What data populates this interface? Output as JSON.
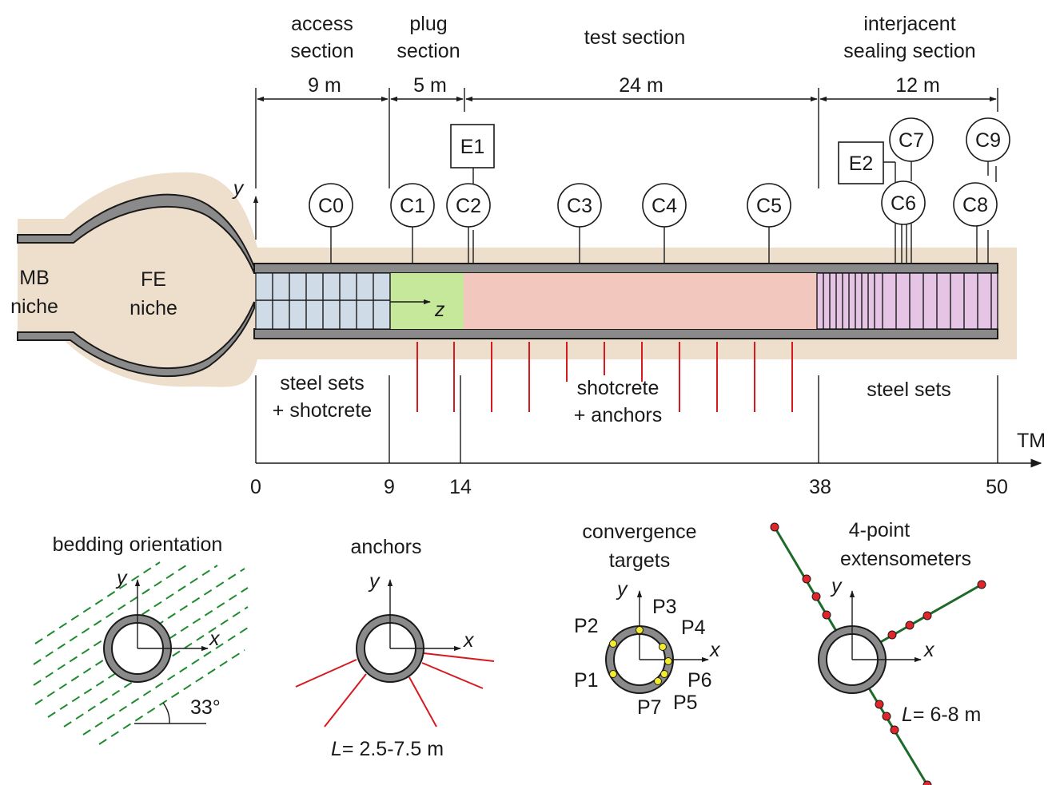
{
  "sections": {
    "access": {
      "label1": "access",
      "label2": "section",
      "length": "9 m"
    },
    "plug": {
      "label1": "plug",
      "label2": "section",
      "length": "5 m"
    },
    "test": {
      "label1": "test section",
      "length": "24 m"
    },
    "interjacent": {
      "label1": "interjacent",
      "label2": "sealing section",
      "length": "12 m"
    }
  },
  "niches": {
    "mb": {
      "line1": "MB",
      "line2": "niche"
    },
    "fe": {
      "line1": "FE",
      "line2": "niche"
    }
  },
  "tunnel_axes": {
    "y": "y",
    "z": "z"
  },
  "sensors": {
    "convergence": [
      "C0",
      "C1",
      "C2",
      "C3",
      "C4",
      "C5",
      "C6",
      "C7",
      "C8",
      "C9"
    ],
    "extensometer_boxes": [
      "E1",
      "E2"
    ]
  },
  "support": {
    "access": {
      "line1": "steel sets",
      "line2": "+ shotcrete"
    },
    "test": {
      "line1": "shotcrete",
      "line2": "+ anchors"
    },
    "interjacent": {
      "line1": "steel sets"
    }
  },
  "tm_axis": {
    "label": "TM",
    "ticks": [
      "0",
      "9",
      "14",
      "38",
      "50"
    ]
  },
  "insets": {
    "bedding": {
      "title": "bedding orientation",
      "x": "x",
      "y": "y",
      "angle": "33°"
    },
    "anchors": {
      "title": "anchors",
      "x": "x",
      "y": "y",
      "length_prefix": "L",
      "length_value": "= 2.5-7.5 m"
    },
    "convergence": {
      "title1": "convergence",
      "title2": "targets",
      "x": "x",
      "y": "y",
      "points": [
        "P1",
        "P2",
        "P3",
        "P4",
        "P5",
        "P6",
        "P7"
      ]
    },
    "extensometers": {
      "title1": "4-point",
      "title2": "extensometers",
      "x": "x",
      "y": "y",
      "length_prefix": "L",
      "length_value": "= 6-8 m"
    }
  },
  "colors": {
    "rock": "#eddfcc",
    "access_fill": "#cfdbe6",
    "plug_fill": "#c6e89b",
    "test_fill": "#f2c7bd",
    "interjacent_fill": "#e5c4e5",
    "anchor_red": "#d71920",
    "bedding_green": "#1f8a2f",
    "target_yellow": "#f4ea2e",
    "extensometer_red": "#e0262b"
  }
}
